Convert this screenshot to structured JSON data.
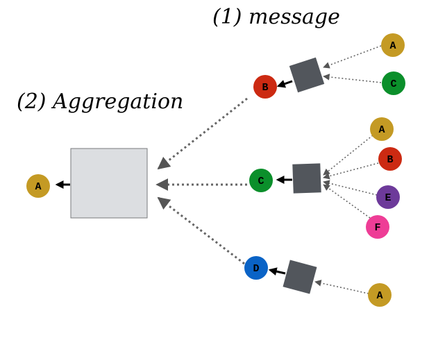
{
  "colors": {
    "A": "#c49a24",
    "B": "#cc2a12",
    "C": "#0b8f2b",
    "D": "#0a63c6",
    "E": "#6d3a9a",
    "F": "#ee3d96",
    "message_box": "#52565c",
    "aggregation_box": "#dcdee1",
    "aggregation_border": "#77797c",
    "edge": "#666666",
    "arrow": "#000000"
  },
  "annotations": {
    "message": "(1) message",
    "aggregation": "(2) Aggregation"
  },
  "target": {
    "label": "A"
  },
  "groups": [
    {
      "center": {
        "label": "B"
      },
      "neighbors": [
        {
          "label": "A"
        },
        {
          "label": "C"
        }
      ]
    },
    {
      "center": {
        "label": "C"
      },
      "neighbors": [
        {
          "label": "A"
        },
        {
          "label": "B"
        },
        {
          "label": "E"
        },
        {
          "label": "F"
        }
      ]
    },
    {
      "center": {
        "label": "D"
      },
      "neighbors": [
        {
          "label": "A"
        }
      ]
    }
  ]
}
